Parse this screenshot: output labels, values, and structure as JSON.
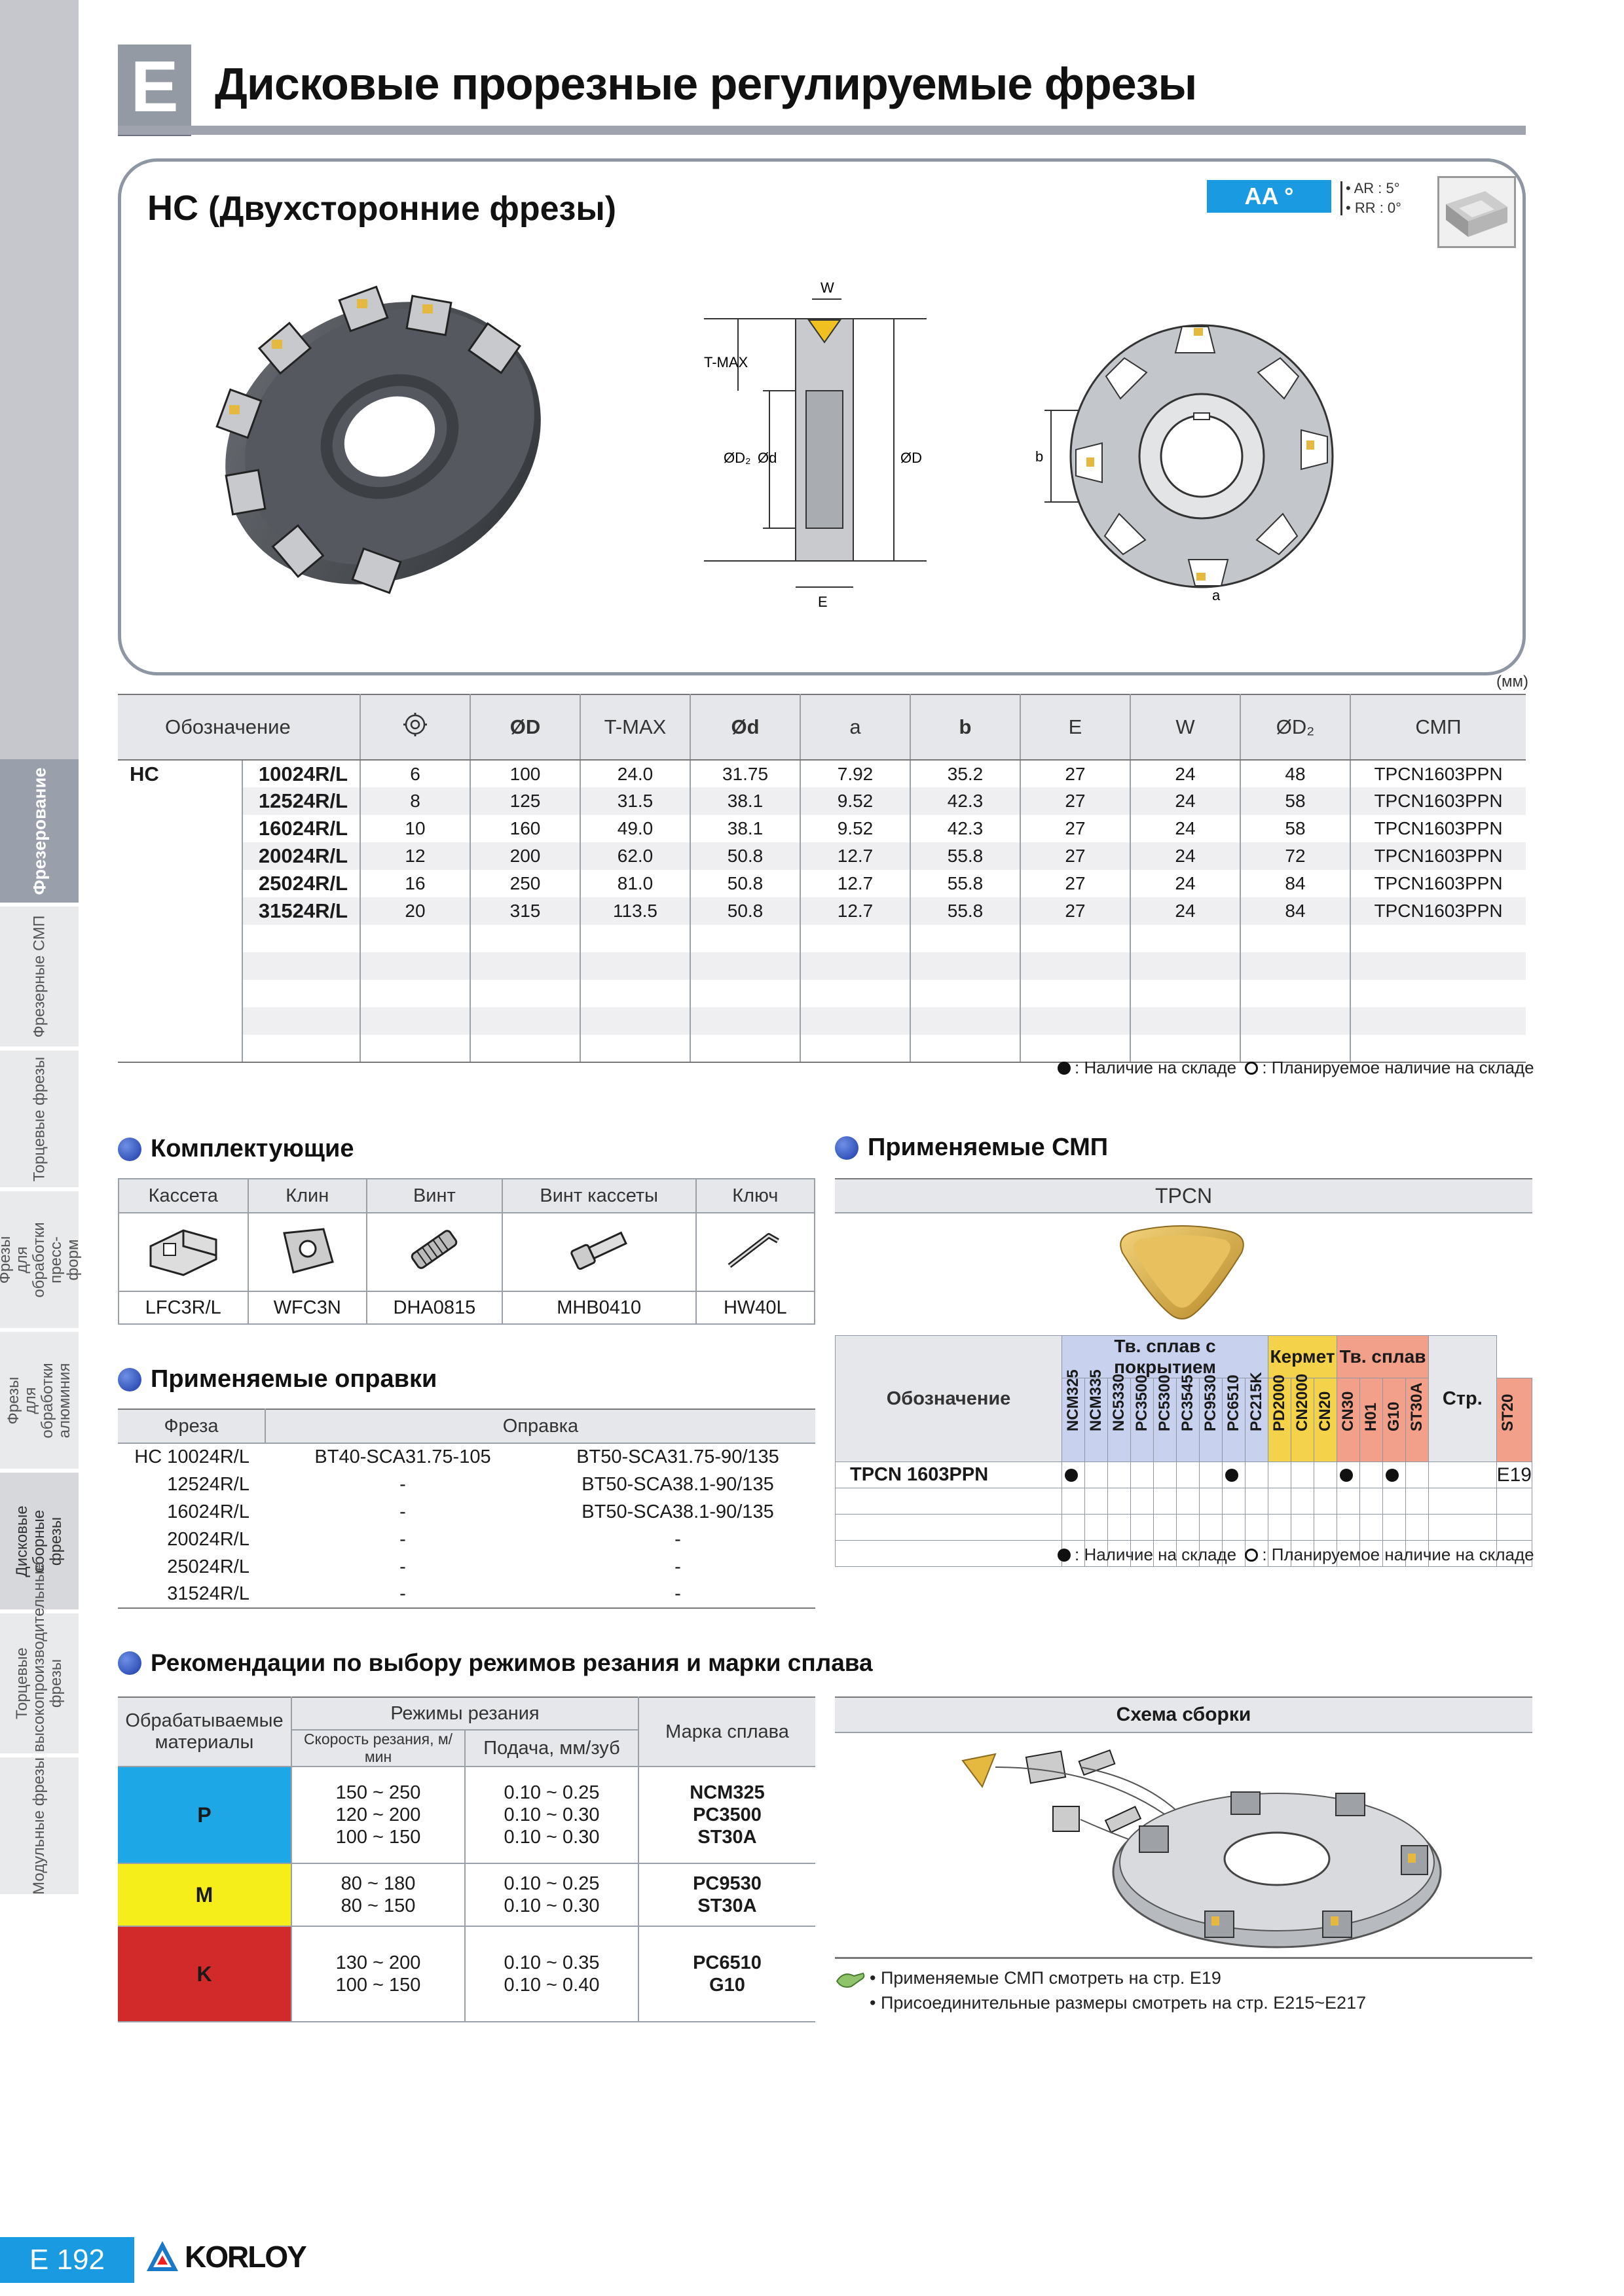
{
  "section_letter": "E",
  "page_title": "Дисковые прорезные регулируемые фрезы",
  "sidebar": [
    {
      "label": "Фрезерование",
      "active": true
    },
    {
      "label": "Фрезерные СМП"
    },
    {
      "label": "Торцевые фрезы"
    },
    {
      "label": "Фрезы для обработки пресс-форм"
    },
    {
      "label": "Фрезы для обработки алюминия"
    },
    {
      "label": "Дисковые сборные фрезы"
    },
    {
      "label": "Торцевые высокопроизводительные фрезы"
    },
    {
      "label": "Модульные фрезы"
    }
  ],
  "product": {
    "series": "HC",
    "subtitle": "(Двухсторонние фрезы)",
    "badge": "AA °",
    "ar": "• AR : 5°",
    "rr": "• RR : 0°",
    "dims": {
      "w": "W",
      "tmax": "T-MAX",
      "od2": "ØD₂",
      "od": "Ød",
      "oD": "ØD",
      "e": "E",
      "b": "b",
      "a": "a"
    }
  },
  "units": "(мм)",
  "main_table": {
    "headers": [
      "Обозначение",
      "",
      "ØD",
      "T-MAX",
      "Ød",
      "a",
      "b",
      "E",
      "W",
      "ØD₂",
      "СМП"
    ],
    "series": "HC",
    "rows": [
      [
        "10024R/L",
        "6",
        "100",
        "24.0",
        "31.75",
        "7.92",
        "35.2",
        "27",
        "24",
        "48",
        "TPCN1603PPN"
      ],
      [
        "12524R/L",
        "8",
        "125",
        "31.5",
        "38.1",
        "9.52",
        "42.3",
        "27",
        "24",
        "58",
        "TPCN1603PPN"
      ],
      [
        "16024R/L",
        "10",
        "160",
        "49.0",
        "38.1",
        "9.52",
        "42.3",
        "27",
        "24",
        "58",
        "TPCN1603PPN"
      ],
      [
        "20024R/L",
        "12",
        "200",
        "62.0",
        "50.8",
        "12.7",
        "55.8",
        "27",
        "24",
        "72",
        "TPCN1603PPN"
      ],
      [
        "25024R/L",
        "16",
        "250",
        "81.0",
        "50.8",
        "12.7",
        "55.8",
        "27",
        "24",
        "84",
        "TPCN1603PPN"
      ],
      [
        "31524R/L",
        "20",
        "315",
        "113.5",
        "50.8",
        "12.7",
        "55.8",
        "27",
        "24",
        "84",
        "TPCN1603PPN"
      ]
    ]
  },
  "legend": {
    "stock": ": Наличие на складе",
    "planned": ": Планируемое наличие на складе"
  },
  "components": {
    "title": "Комплектующие",
    "headers": [
      "Кассета",
      "Клин",
      "Винт",
      "Винт кассеты",
      "Ключ"
    ],
    "codes": [
      "LFC3R/L",
      "WFC3N",
      "DHA0815",
      "MHB0410",
      "HW40L"
    ]
  },
  "inserts": {
    "title": "Применяемые СМП",
    "shape": "TPCN",
    "table": {
      "designation": "Обозначение",
      "page_header": "Стр.",
      "groups": [
        {
          "label": "Тв. сплав с покрытием",
          "color": "#c8d2ee",
          "cols": 9
        },
        {
          "label": "Кермет",
          "color": "#f4d24a",
          "cols": 3
        },
        {
          "label": "Тв. сплав",
          "color": "#f2a08a",
          "cols": 4
        }
      ],
      "grades": [
        "NCM325",
        "NCM335",
        "NC5330",
        "PC3500",
        "PC5300",
        "PC3545",
        "PC9530",
        "PC6510",
        "PC215K",
        "PD2000",
        "CN2000",
        "CN20",
        "CN30",
        "H01",
        "G10",
        "ST30A",
        "ST20"
      ],
      "row": {
        "code": "TPCN  1603PPN",
        "stock": [
          0,
          7,
          12,
          14
        ],
        "page": "E19"
      }
    }
  },
  "arbors": {
    "title": "Применяемые оправки",
    "headers": [
      "Фреза",
      "Оправка"
    ],
    "rows": [
      [
        "HC  10024R/L",
        "BT40-SCA31.75-105",
        "BT50-SCA31.75-90/135"
      ],
      [
        "12524R/L",
        "-",
        "BT50-SCA38.1-90/135"
      ],
      [
        "16024R/L",
        "-",
        "BT50-SCA38.1-90/135"
      ],
      [
        "20024R/L",
        "-",
        "-"
      ],
      [
        "25024R/L",
        "-",
        "-"
      ],
      [
        "31524R/L",
        "-",
        "-"
      ]
    ]
  },
  "cutting": {
    "title": "Рекомендации по выбору режимов резания и марки сплава",
    "headers": {
      "material": "Обрабатываемые материалы",
      "modes": "Режимы резания",
      "speed": "Скорость резания, м/мин",
      "feed": "Подача, мм/зуб",
      "grade": "Марка сплава"
    },
    "rows": [
      {
        "mat": "P",
        "color": "#1ea7e6",
        "speed": "150 ~ 250\n120 ~ 200\n100 ~ 150",
        "feed": "0.10 ~ 0.25\n0.10 ~ 0.30\n0.10 ~ 0.30",
        "grade": "NCM325\nPC3500\nST30A"
      },
      {
        "mat": "M",
        "color": "#f6ee1a",
        "speed": "80 ~ 180\n80 ~ 150",
        "feed": "0.10 ~ 0.25\n0.10 ~ 0.30",
        "grade": "PC9530\nST30A"
      },
      {
        "mat": "K",
        "color": "#d22a2a",
        "speed": "130 ~ 200\n100 ~ 150",
        "feed": "0.10 ~ 0.35\n0.10 ~ 0.40",
        "grade": "PC6510\nG10"
      }
    ]
  },
  "assembly": {
    "title": "Схема сборки"
  },
  "notes": [
    "• Применяемые СМП смотреть на стр. E19",
    "• Присоединительные размеры смотреть на стр. E215~E217"
  ],
  "footer": {
    "page": "E 192",
    "brand": "KORLOY"
  }
}
